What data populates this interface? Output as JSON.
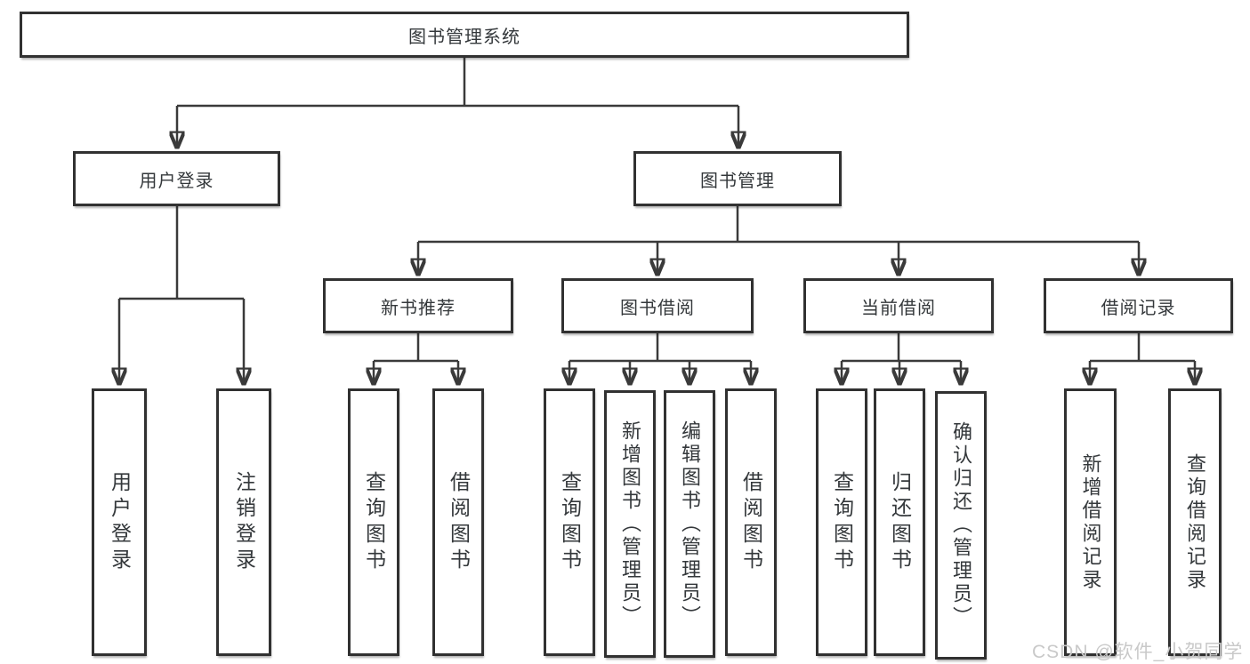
{
  "diagram": {
    "title": "图书管理系统",
    "branches": [
      {
        "label": "用户登录",
        "children": [
          {
            "label": "用户登录"
          },
          {
            "label": "注销登录"
          }
        ]
      },
      {
        "label": "图书管理",
        "groups": [
          {
            "label": "新书推荐",
            "children": [
              {
                "label": "查询图书"
              },
              {
                "label": "借阅图书"
              }
            ]
          },
          {
            "label": "图书借阅",
            "children": [
              {
                "label": "查询图书"
              },
              {
                "label": "新增图书（管理员）"
              },
              {
                "label": "编辑图书（管理员）"
              },
              {
                "label": "借阅图书"
              }
            ]
          },
          {
            "label": "当前借阅",
            "children": [
              {
                "label": "查询图书"
              },
              {
                "label": "归还图书"
              },
              {
                "label": "确认归还（管理员）"
              }
            ]
          },
          {
            "label": "借阅记录",
            "children": [
              {
                "label": "新增借阅记录"
              },
              {
                "label": "查询借阅记录"
              }
            ]
          }
        ]
      }
    ]
  },
  "watermark": {
    "text": "CSDN @软件_小贺同学"
  },
  "colors": {
    "line": "#3a3a3a",
    "border": "#313131",
    "text": "#34383b",
    "background": "#ffffff",
    "watermark": "#c9c9c9"
  }
}
